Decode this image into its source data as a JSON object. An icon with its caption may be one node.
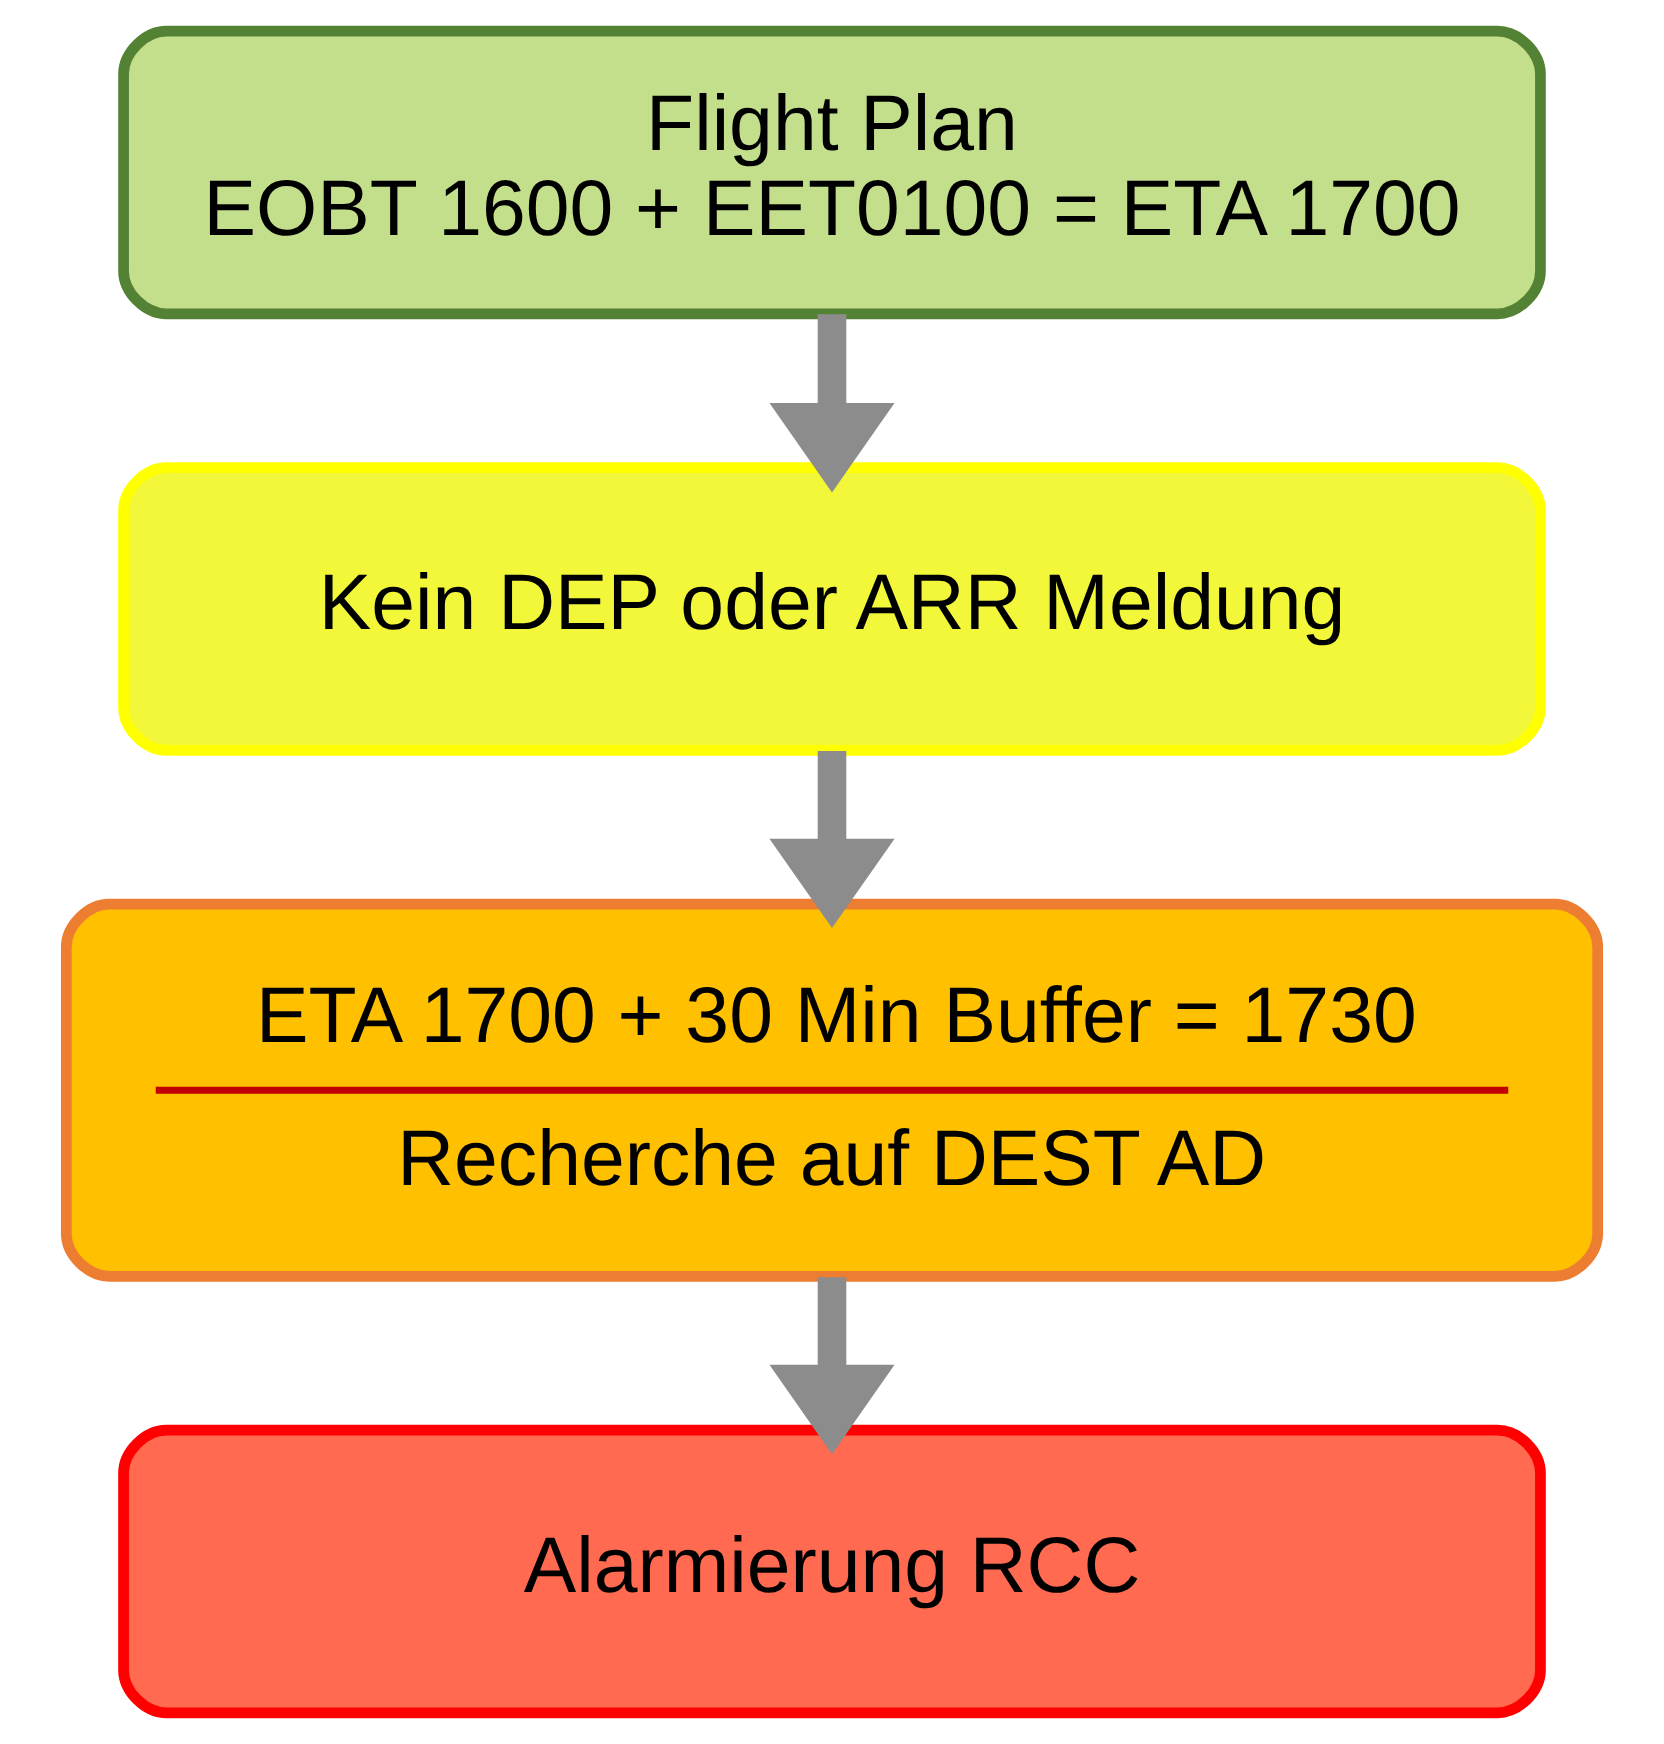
{
  "diagram": {
    "nodes": [
      {
        "text": [
          "Flight Plan",
          "EOBT 1600 + EET0100 = ETA 1700"
        ]
      },
      {
        "text": [
          "Kein DEP oder ARR Meldung"
        ]
      },
      {
        "text": [
          "ETA 1700 + 30 Min Buffer = 1730",
          "Recherche auf DEST AD"
        ]
      },
      {
        "text": [
          "Alarmierung RCC"
        ]
      }
    ],
    "edges": [
      {
        "from": 0,
        "to": 1,
        "arrow": "to"
      },
      {
        "from": 1,
        "to": 2,
        "arrow": "to"
      },
      {
        "from": 2,
        "to": 3,
        "arrow": "to"
      }
    ]
  }
}
